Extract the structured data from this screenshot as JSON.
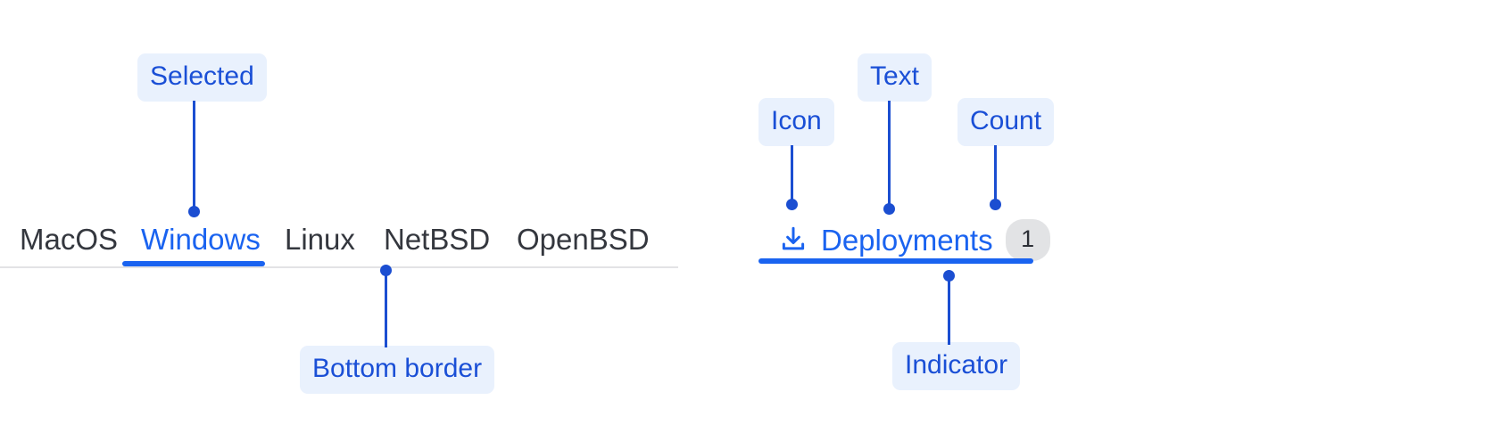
{
  "left_tabs": {
    "items": [
      {
        "label": "MacOS",
        "selected": false
      },
      {
        "label": "Windows",
        "selected": true
      },
      {
        "label": "Linux",
        "selected": false
      },
      {
        "label": "NetBSD",
        "selected": false
      },
      {
        "label": "OpenBSD",
        "selected": false
      }
    ]
  },
  "right_tab": {
    "icon": "download-icon",
    "label": "Deployments",
    "count": "1",
    "selected": true
  },
  "annotations": {
    "selected": "Selected",
    "bottom_border": "Bottom border",
    "icon": "Icon",
    "text": "Text",
    "count": "Count",
    "indicator": "Indicator"
  },
  "colors": {
    "accent": "#1a63f0",
    "annotation_text": "#1a4fd6",
    "annotation_bg": "#e9f1fd",
    "annotation_line": "#1b4ed1",
    "tab_text": "#34373e",
    "border": "#e3e3e5",
    "count_bg": "#e2e3e5",
    "count_text": "#2c2f36"
  }
}
